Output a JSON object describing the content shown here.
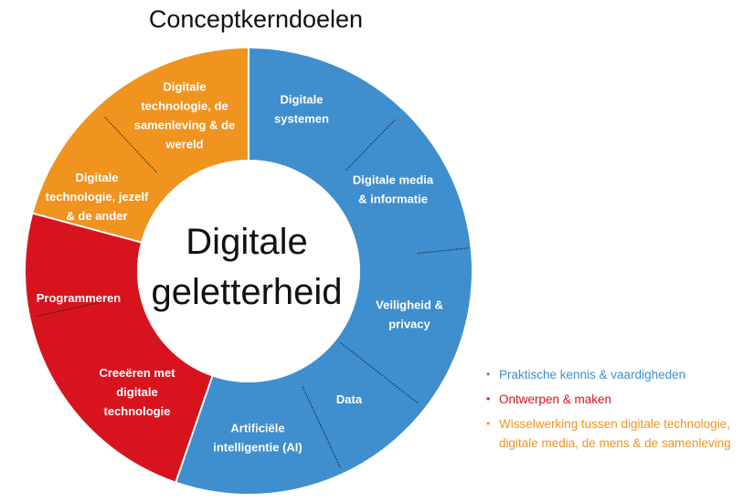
{
  "title": "Conceptkerndoelen",
  "center": {
    "line1": "Digitale",
    "line2": "geletterheid"
  },
  "colors": {
    "blue": "#3f8ece",
    "red": "#d7141e",
    "orange": "#f0931f"
  },
  "segments": [
    {
      "group": "blue",
      "lines": [
        "Digitale",
        "systemen"
      ]
    },
    {
      "group": "blue",
      "lines": [
        "Digitale media",
        "& informatie"
      ]
    },
    {
      "group": "blue",
      "lines": [
        "Veiligheid &",
        "privacy"
      ]
    },
    {
      "group": "blue",
      "lines": [
        "Data"
      ]
    },
    {
      "group": "blue",
      "lines": [
        "Artificiële",
        "intelligentie (AI)"
      ]
    },
    {
      "group": "red",
      "lines": [
        "Creeëren met",
        "digitale",
        "technologie"
      ]
    },
    {
      "group": "red",
      "lines": [
        "Programmeren"
      ]
    },
    {
      "group": "orange",
      "lines": [
        "Digitale",
        "technologie, jezelf",
        "& de ander"
      ]
    },
    {
      "group": "orange",
      "lines": [
        "Digitale",
        "technologie, de",
        "samenleving & de",
        "wereld"
      ]
    }
  ],
  "legend": [
    {
      "group": "blue",
      "text": "Praktische kennis & vaardigheden"
    },
    {
      "group": "red",
      "text": "Ontwerpen & maken"
    },
    {
      "group": "orange",
      "text": "Wisselwerking tussen digitale technologie, digitale media, de mens & de samenleving"
    }
  ]
}
